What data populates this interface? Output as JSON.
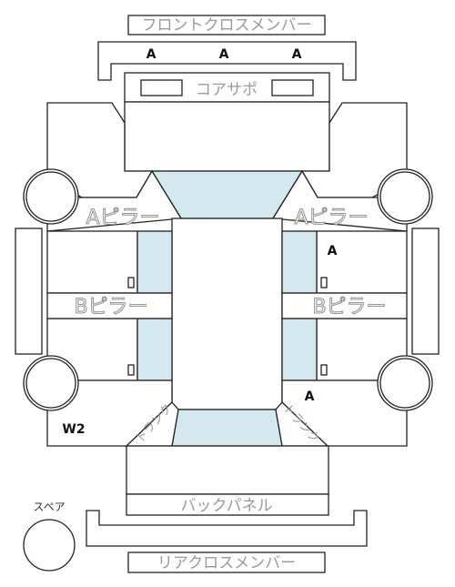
{
  "parts": {
    "front_cross_member": "フロントクロスメンバー",
    "core_support": "コアサポ",
    "a_pillar_left": "Aピラー",
    "a_pillar_right": "Aピラー",
    "b_pillar_left": "Bピラー",
    "b_pillar_right": "Bピラー",
    "back_panel": "バックパネル",
    "rear_cross_member": "リアクロスメンバー",
    "trunk_left": "トランク",
    "trunk_right": "トランク",
    "spare": "スペア"
  },
  "marks": {
    "front_1": "A",
    "front_2": "A",
    "front_3": "A",
    "right_door_front": "A",
    "right_rear_quarter": "A",
    "left_rear_quarter": "W2"
  },
  "colors": {
    "glass": "#d3e9ef",
    "outline": "#222222",
    "label_gray": "#9a9a9a"
  }
}
